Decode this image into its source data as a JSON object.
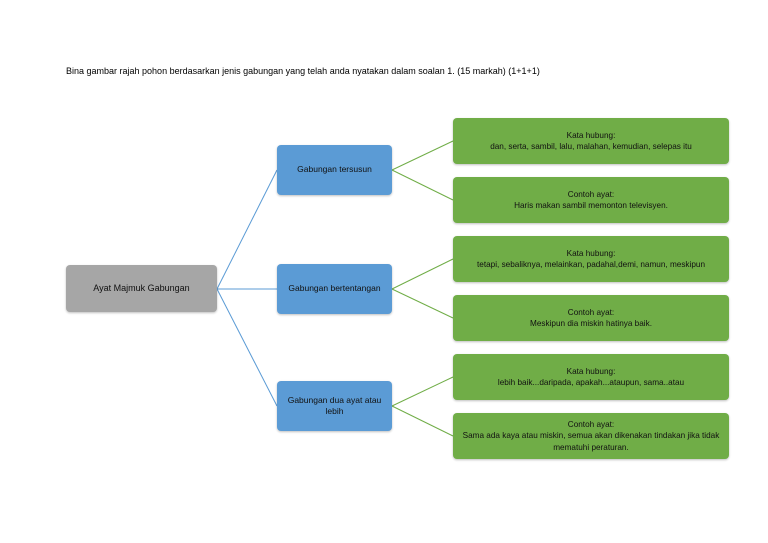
{
  "instruction": "Bina gambar rajah pohon berdasarkan jenis gabungan yang telah anda nyatakan dalam soalan 1. (15 markah) (1+1+1)",
  "root": {
    "label": "Ayat Majmuk Gabungan"
  },
  "branches": [
    {
      "label": "Gabungan tersusun",
      "leaves": [
        {
          "title": "Kata hubung:",
          "text": "dan, serta, sambil, lalu, malahan, kemudian, selepas itu"
        },
        {
          "title": "Contoh ayat:",
          "text": "Haris makan sambil memonton televisyen."
        }
      ]
    },
    {
      "label": "Gabungan bertentangan",
      "leaves": [
        {
          "title": "Kata hubung:",
          "text": "tetapi, sebaliknya, melainkan, padahal,demi, namun, meskipun"
        },
        {
          "title": "Contoh ayat:",
          "text": "Meskipun dia miskin hatinya baik."
        }
      ]
    },
    {
      "label": "Gabungan dua ayat atau lebih",
      "leaves": [
        {
          "title": "Kata hubung:",
          "text": "lebih baik...daripada, apakah...ataupun, sama..atau"
        },
        {
          "title": "Contoh ayat:",
          "text": "Sama ada kaya atau miskin, semua akan dikenakan tindakan jika tidak mematuhi peraturan."
        }
      ]
    }
  ],
  "colors": {
    "root": "#a6a6a6",
    "branch": "#5b9bd5",
    "leaf": "#70ad47",
    "root_connector": "#5b9bd5",
    "leaf_connector": "#70ad47"
  }
}
